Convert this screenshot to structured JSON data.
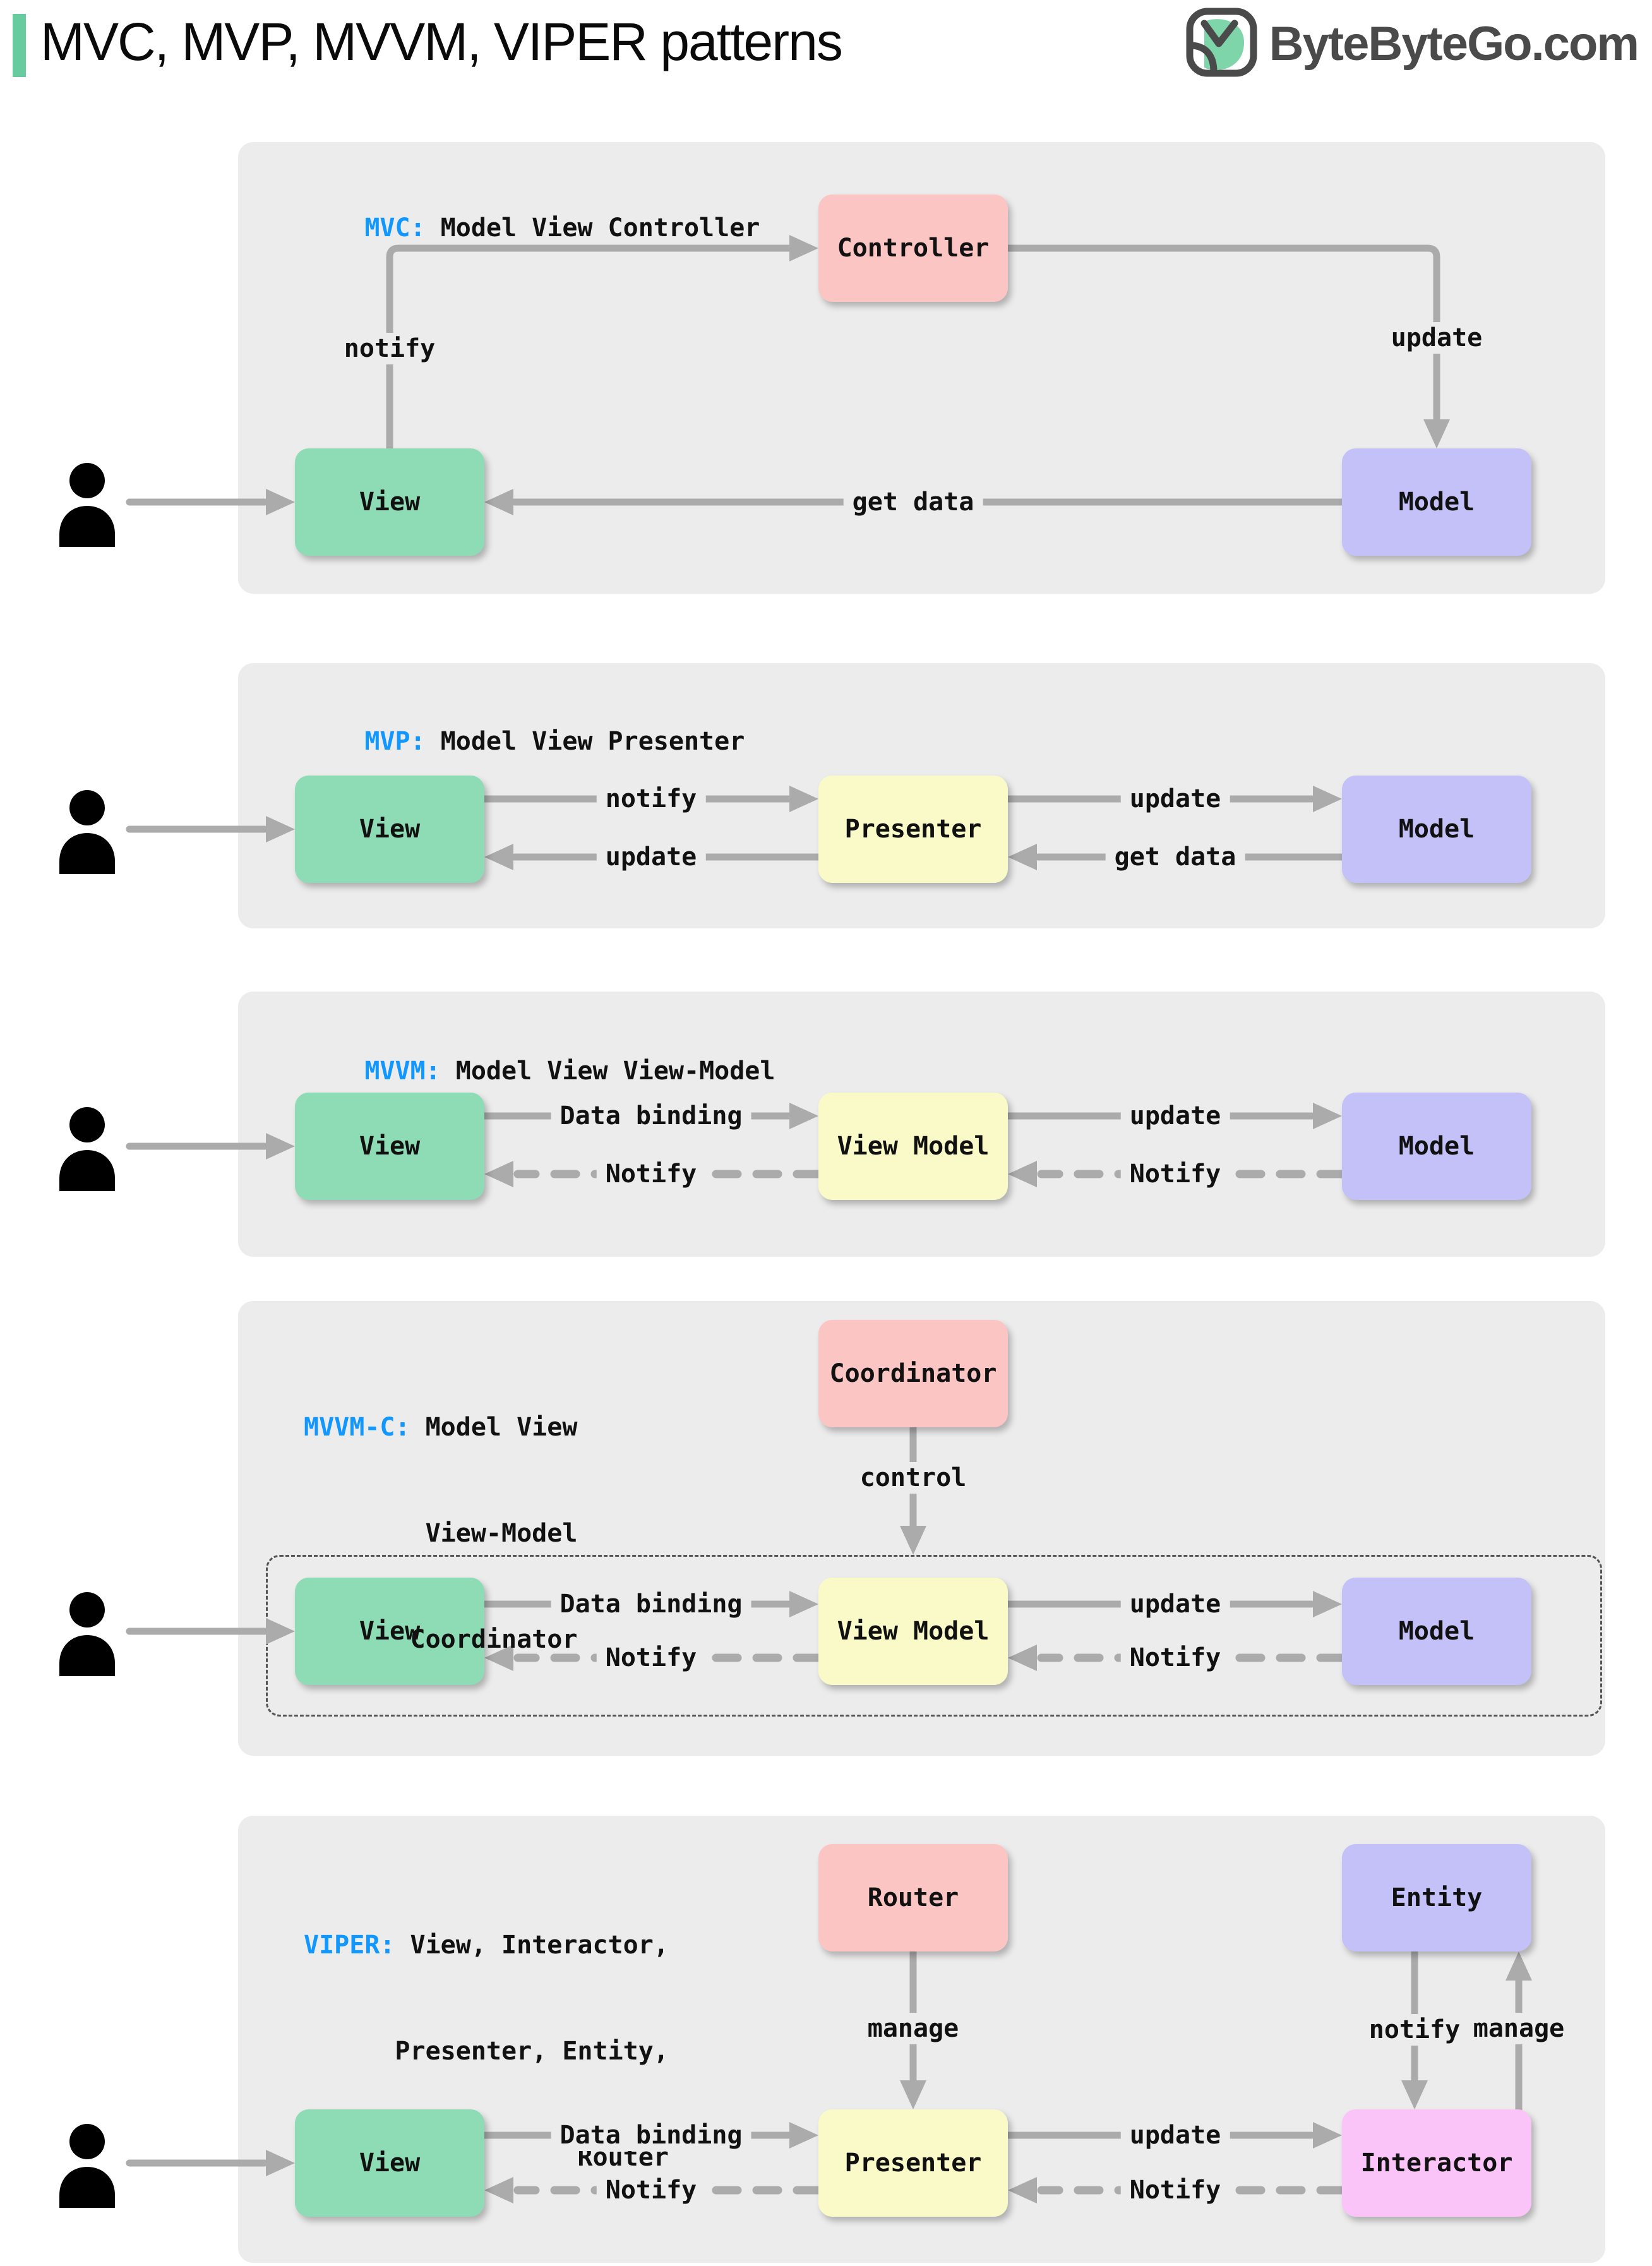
{
  "header": {
    "title": "MVC, MVP, MVVM, VIPER patterns",
    "brand": "ByteByteGo.com"
  },
  "colors": {
    "accent_bar": "#67CBA0",
    "tag_blue": "#1297FF",
    "panel_bg": "#ECECEC",
    "arrow_gray": "#ABABAB",
    "box_green": "#8EDCB5",
    "box_pink": "#FBC5C4",
    "box_purple": "#C3C1F8",
    "box_yellow": "#FAFAC8",
    "box_magenta": "#FAC4F8",
    "brand_gray": "#4A4A4A"
  },
  "panels": {
    "mvc": {
      "tag": "MVC:",
      "subtitle": "Model View Controller",
      "boxes": {
        "controller": "Controller",
        "view": "View",
        "model": "Model"
      },
      "labels": {
        "notify": "notify",
        "update": "update",
        "get_data": "get data"
      }
    },
    "mvp": {
      "tag": "MVP:",
      "subtitle": "Model View Presenter",
      "boxes": {
        "view": "View",
        "presenter": "Presenter",
        "model": "Model"
      },
      "labels": {
        "notify": "notify",
        "update_to_view": "update",
        "update_to_model": "update",
        "get_data": "get data"
      }
    },
    "mvvm": {
      "tag": "MVVM:",
      "subtitle": "Model View View-Model",
      "boxes": {
        "view": "View",
        "view_model": "View Model",
        "model": "Model"
      },
      "labels": {
        "data_binding": "Data binding",
        "notify_to_view": "Notify",
        "update": "update",
        "notify_to_view_model": "Notify"
      }
    },
    "mvvmc": {
      "tag": "MVVM-C:",
      "subtitle_line1": "Model View",
      "subtitle_line2": "View-Model",
      "subtitle_line3": "Coordinator",
      "boxes": {
        "coordinator": "Coordinator",
        "view": "View",
        "view_model": "View Model",
        "model": "Model"
      },
      "labels": {
        "control": "control",
        "data_binding": "Data binding",
        "notify_to_view": "Notify",
        "update": "update",
        "notify_to_view_model": "Notify"
      }
    },
    "viper": {
      "tag": "VIPER:",
      "subtitle_line1": "View, Interactor,",
      "subtitle_line2": "Presenter, Entity,",
      "subtitle_line3": "Router",
      "boxes": {
        "router": "Router",
        "entity": "Entity",
        "view": "View",
        "presenter": "Presenter",
        "interactor": "Interactor"
      },
      "labels": {
        "manage_router": "manage",
        "notify_entity": "notify",
        "manage_entity": "manage",
        "data_binding": "Data binding",
        "notify_to_view": "Notify",
        "update": "update",
        "notify_to_presenter": "Notify"
      }
    }
  }
}
